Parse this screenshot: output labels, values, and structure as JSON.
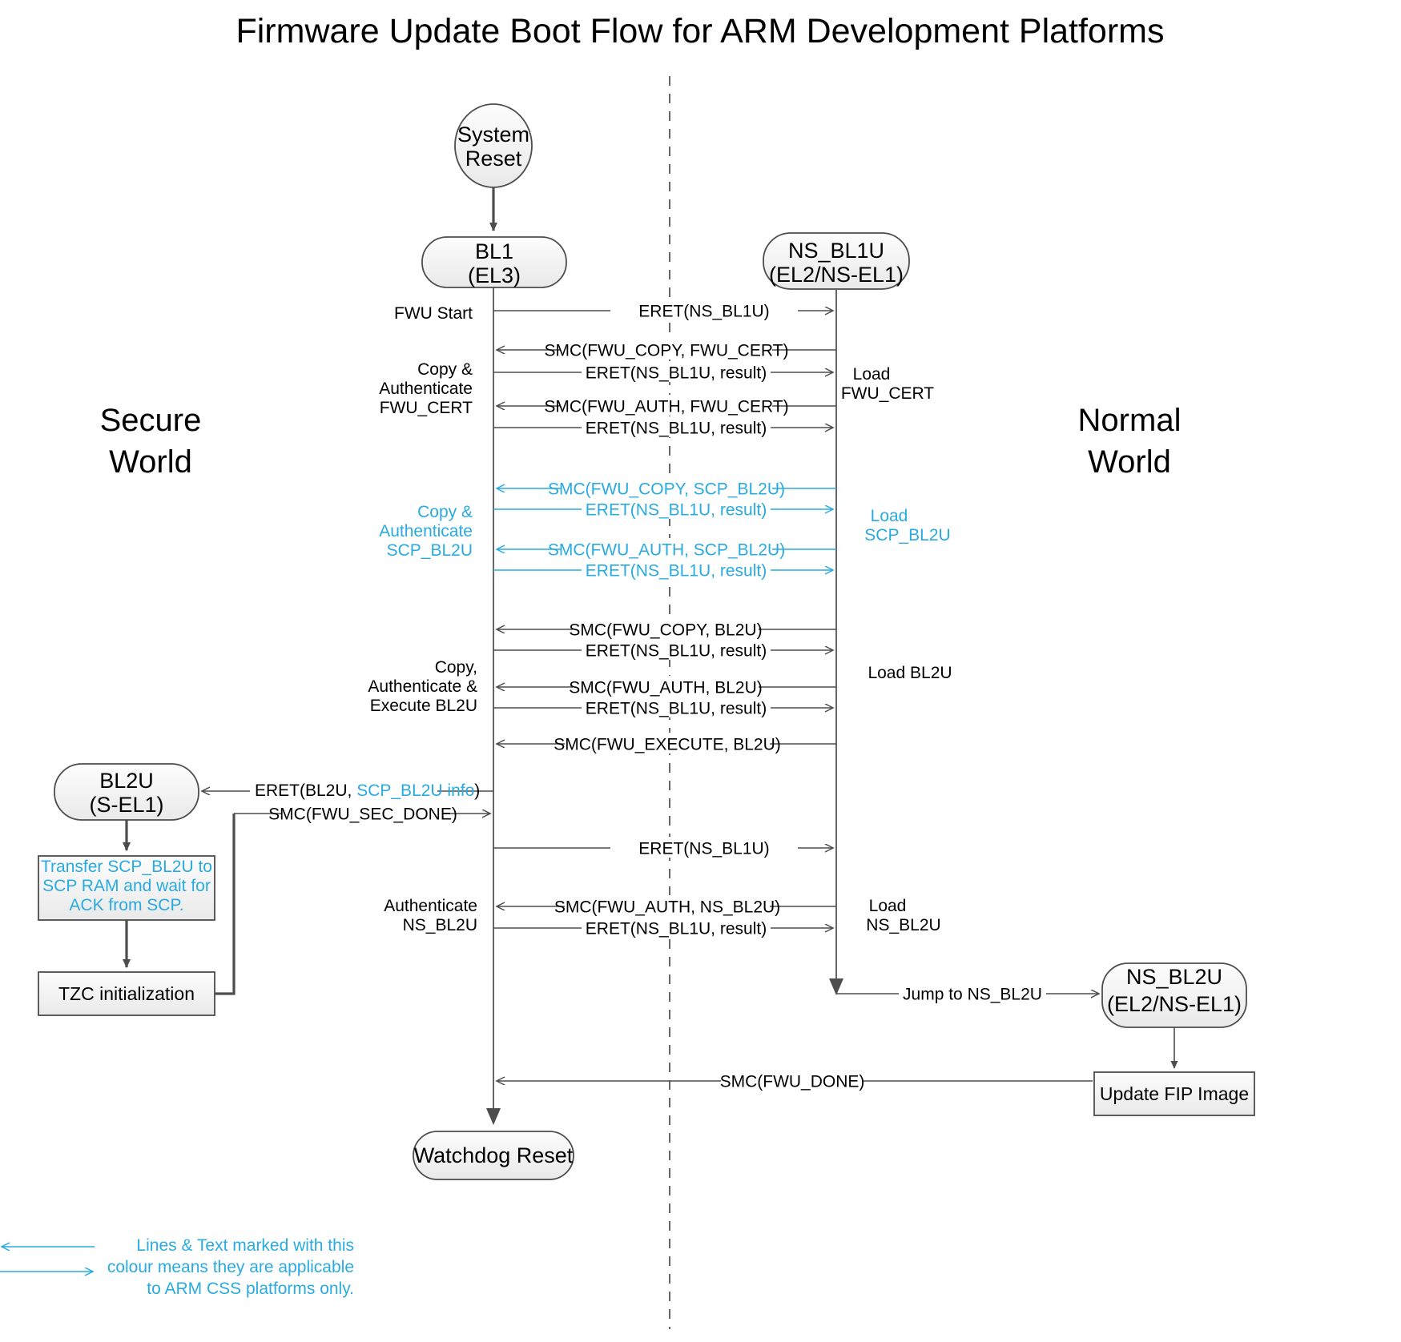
{
  "title": "Firmware Update Boot Flow for ARM Development Platforms",
  "colors": {
    "css_highlight": "#29abe2",
    "line": "#4d4d4d",
    "node_fill_top": "#fcfcfc",
    "node_fill_bottom": "#ececec",
    "text": "#000000"
  },
  "world_labels": {
    "secure_line1": "Secure",
    "secure_line2": "World",
    "normal_line1": "Normal",
    "normal_line2": "World"
  },
  "nodes": {
    "system_reset": {
      "line1": "System",
      "line2": "Reset",
      "shape": "ellipse"
    },
    "bl1": {
      "line1": "BL1",
      "line2": "(EL3)",
      "shape": "rounded-rect"
    },
    "ns_bl1u": {
      "line1": "NS_BL1U",
      "line2": "(EL2/NS-EL1)",
      "shape": "rounded-rect"
    },
    "bl2u": {
      "line1": "BL2U",
      "line2": "(S-EL1)",
      "shape": "rounded-rect"
    },
    "ns_bl2u": {
      "line1": "NS_BL2U",
      "line2": "(EL2/NS-EL1)",
      "shape": "rounded-rect"
    },
    "watchdog_reset": {
      "line1": "Watchdog Reset",
      "shape": "rounded-rect"
    }
  },
  "process_boxes": {
    "transfer_scp": {
      "line1": "Transfer SCP_BL2U to",
      "line2": "SCP RAM and wait for",
      "line3": "ACK from SCP.",
      "css_only": true
    },
    "tzc_init": {
      "line1": "TZC initialization",
      "css_only": false
    },
    "update_fip": {
      "line1": "Update FIP Image",
      "css_only": false
    }
  },
  "left_annotations": [
    {
      "id": "fwu-start",
      "lines": [
        "FWU Start"
      ],
      "css_only": false
    },
    {
      "id": "copy-auth-fwu-cert",
      "lines": [
        "Copy &",
        "Authenticate",
        "FWU_CERT"
      ],
      "css_only": false
    },
    {
      "id": "copy-auth-scp-bl2u",
      "lines": [
        "Copy &",
        "Authenticate",
        "SCP_BL2U"
      ],
      "css_only": true
    },
    {
      "id": "copy-auth-exec-bl2u",
      "lines": [
        "Copy,",
        "Authenticate &",
        "Execute BL2U"
      ],
      "css_only": false
    },
    {
      "id": "authenticate-ns-bl2u",
      "lines": [
        "Authenticate",
        "NS_BL2U"
      ],
      "css_only": false
    }
  ],
  "right_annotations": [
    {
      "id": "load-fwu-cert",
      "lines": [
        "Load",
        "FWU_CERT"
      ],
      "css_only": false
    },
    {
      "id": "load-scp-bl2u",
      "lines": [
        "Load",
        "SCP_BL2U"
      ],
      "css_only": true
    },
    {
      "id": "load-bl2u",
      "lines": [
        "Load BL2U"
      ],
      "css_only": false
    },
    {
      "id": "load-ns-bl2u",
      "lines": [
        "Load",
        "NS_BL2U"
      ],
      "css_only": false
    }
  ],
  "messages": [
    {
      "id": "m1",
      "label": "ERET(NS_BL1U)",
      "direction": "right",
      "css_only": false
    },
    {
      "id": "m2",
      "label": "SMC(FWU_COPY, FWU_CERT)",
      "direction": "left",
      "css_only": false
    },
    {
      "id": "m3",
      "label": "ERET(NS_BL1U, result)",
      "direction": "right",
      "css_only": false
    },
    {
      "id": "m4",
      "label": "SMC(FWU_AUTH, FWU_CERT)",
      "direction": "left",
      "css_only": false
    },
    {
      "id": "m5",
      "label": "ERET(NS_BL1U, result)",
      "direction": "right",
      "css_only": false
    },
    {
      "id": "m6",
      "label": "SMC(FWU_COPY, SCP_BL2U)",
      "direction": "left",
      "css_only": true
    },
    {
      "id": "m7",
      "label": "ERET(NS_BL1U, result)",
      "direction": "right",
      "css_only": true
    },
    {
      "id": "m8",
      "label": "SMC(FWU_AUTH, SCP_BL2U)",
      "direction": "left",
      "css_only": true
    },
    {
      "id": "m9",
      "label": "ERET(NS_BL1U, result)",
      "direction": "right",
      "css_only": true
    },
    {
      "id": "m10",
      "label": "SMC(FWU_COPY, BL2U)",
      "direction": "left",
      "css_only": false
    },
    {
      "id": "m11",
      "label": "ERET(NS_BL1U, result)",
      "direction": "right",
      "css_only": false
    },
    {
      "id": "m12",
      "label": "SMC(FWU_AUTH, BL2U)",
      "direction": "left",
      "css_only": false
    },
    {
      "id": "m13",
      "label": "ERET(NS_BL1U, result)",
      "direction": "right",
      "css_only": false
    },
    {
      "id": "m14",
      "label": "SMC(FWU_EXECUTE, BL2U)",
      "direction": "left",
      "css_only": false
    },
    {
      "id": "m17",
      "label": "ERET(NS_BL1U)",
      "direction": "right",
      "css_only": false
    },
    {
      "id": "m18",
      "label": "SMC(FWU_AUTH, NS_BL2U)",
      "direction": "left",
      "css_only": false
    },
    {
      "id": "m19",
      "label": "ERET(NS_BL1U, result)",
      "direction": "right",
      "css_only": false
    }
  ],
  "bl2u_messages": [
    {
      "id": "m15",
      "label_pre": "ERET(BL2U, ",
      "label_css": "SCP_BL2U info",
      "label_post": ")",
      "direction": "left",
      "mixed": true
    },
    {
      "id": "m16",
      "label": "SMC(FWU_SEC_DONE)",
      "direction": "right",
      "css_only": false
    }
  ],
  "tail_messages": [
    {
      "id": "m20",
      "label": "Jump to NS_BL2U",
      "direction": "right",
      "css_only": false
    },
    {
      "id": "m21",
      "label": "SMC(FWU_DONE)",
      "direction": "left",
      "css_only": false
    }
  ],
  "legend": {
    "line1": "Lines & Text marked with this",
    "line2": "colour means they are applicable",
    "line3": "to ARM CSS platforms only."
  }
}
